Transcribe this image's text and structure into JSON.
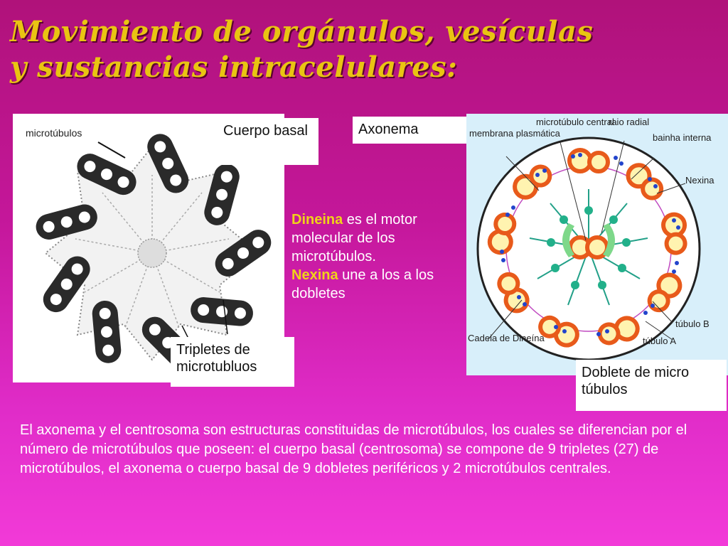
{
  "title": {
    "line1": "Movimiento de orgánulos, vesículas",
    "line2": "y sustancias intracelulares:"
  },
  "left_figure": {
    "label_microtubulos": "microtúbulos",
    "label_cuerpo_basal": "Cuerpo basal",
    "label_tripletes": "Tripletes de microtubluos"
  },
  "right_figure": {
    "label_axonema": "Axonema",
    "label_membrana": "membrana plasmática",
    "label_microtubulo_central": "microtúbulo central",
    "label_raio_radial": "raio radial",
    "label_bainha_interna": "bainha interna",
    "label_nexina": "Nexina",
    "label_cadeia": "Cadeia de Dineína",
    "label_tubulo_b": "túbulo B",
    "label_tubulo_a": "túbulo A",
    "label_doblete": "Doblete de micro túbulos"
  },
  "description": {
    "dineina": "Dineina",
    "dineina_text": " es el motor molecular de los microtúbulos.",
    "nexina": "Nexina",
    "nexina_text": "  une a los a los dobletes"
  },
  "bottom_text": "El axonema y el centrosoma son estructuras constituidas de microtúbulos, los cuales se diferencian por el número de microtúbulos que poseen: el cuerpo basal (centrosoma) se compone de 9 tripletes (27) de microtúbulos, el axonema o cuerpo basal de 9 dobletes periféricos  y 2 microtúbulos centrales.",
  "colors": {
    "background_top": "#b0127a",
    "background_bottom": "#f23ad8",
    "title": "#e9c412",
    "highlight": "#f0d21a",
    "axonema_panel": "#d8effa",
    "doublet": "#e85a1a",
    "nexin_dot": "#22b08a",
    "dynein_dot": "#2244cc"
  }
}
